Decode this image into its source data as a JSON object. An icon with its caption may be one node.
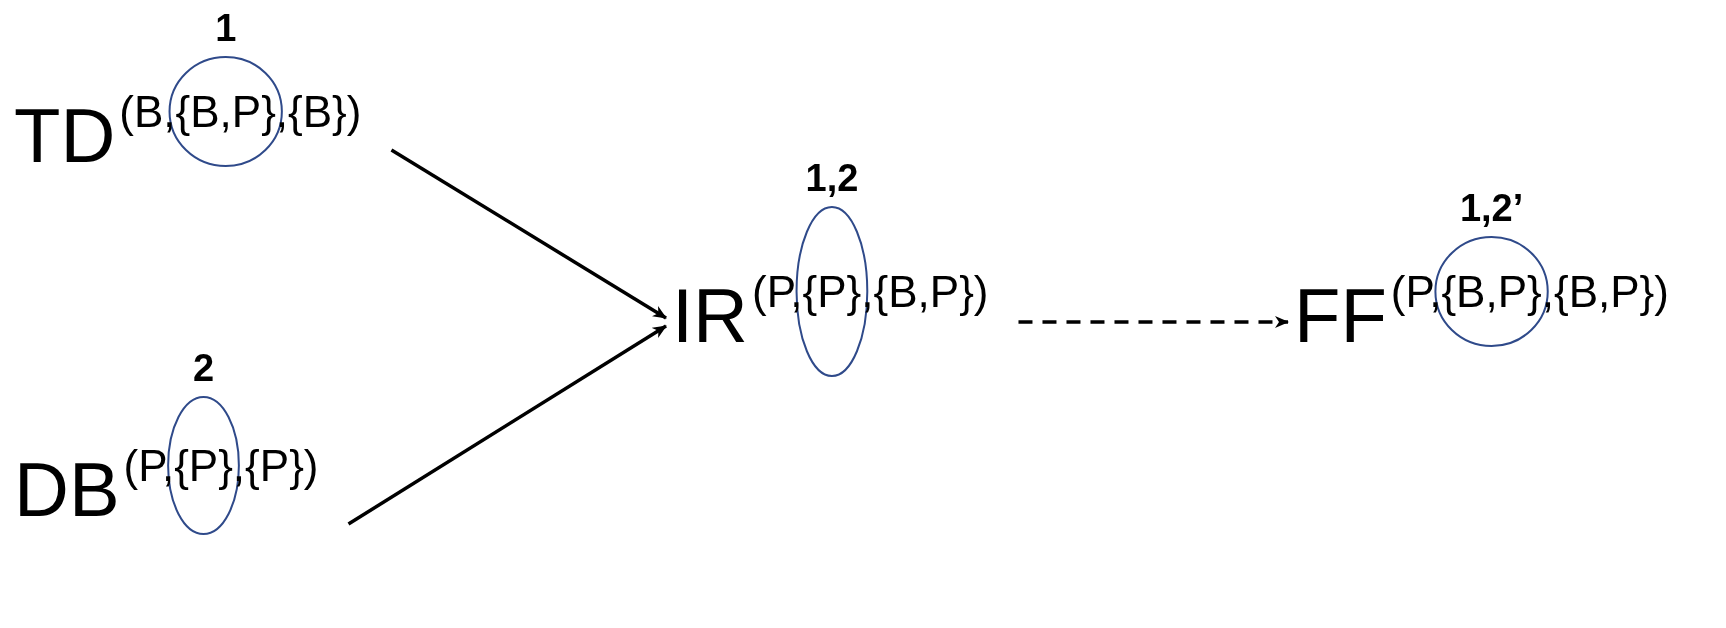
{
  "diagram": {
    "nodes": [
      {
        "text": [
          "TD",
          "(B,{B,P},{B})"
        ]
      },
      {
        "text": [
          "DB",
          "(P,{P},{P})"
        ]
      },
      {
        "text": [
          "IR",
          "(P,{P},{B,P})"
        ]
      },
      {
        "text": [
          "FF",
          "(P,{B,P},{B,P})"
        ]
      }
    ],
    "edges": [
      {
        "from": 0,
        "to": 2,
        "arrow": "to"
      },
      {
        "from": 1,
        "to": 2,
        "arrow": "to"
      },
      {
        "from": 2,
        "to": 3,
        "arrow": "to",
        "style": "dashed"
      }
    ],
    "labels": [
      "1",
      "2",
      "1,2",
      "1,2’"
    ]
  }
}
